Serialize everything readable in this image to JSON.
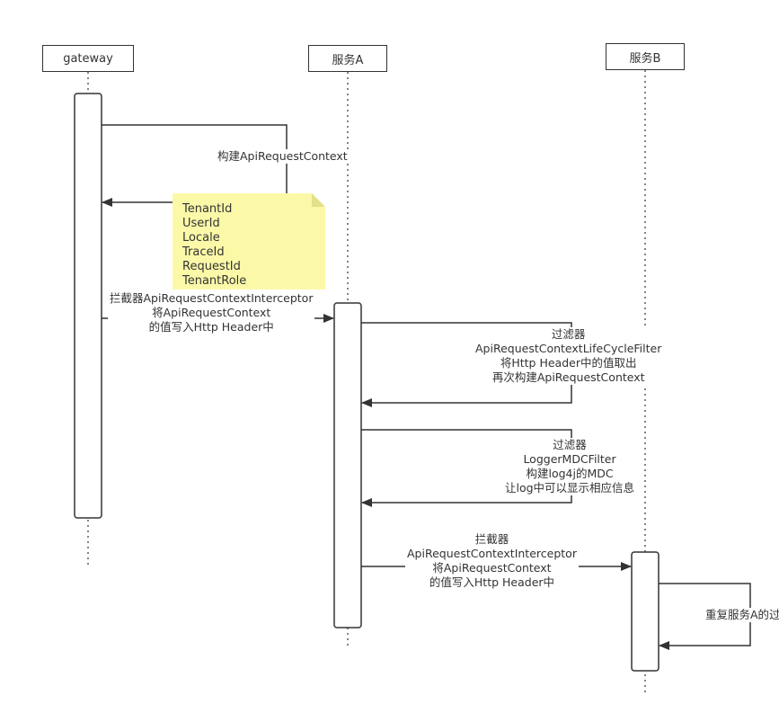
{
  "participants": {
    "gateway": "gateway",
    "service_a": "服务A",
    "service_b": "服务B"
  },
  "messages": {
    "build_context": "构建ApiRequestContext",
    "gw_interceptor": [
      "拦截器ApiRequestContextInterceptor",
      "将ApiRequestContext",
      "的值写入Http Header中"
    ],
    "lifecycle_filter": [
      "过滤器",
      "ApiRequestContextLifeCycleFilter",
      "将Http Header中的值取出",
      "再次构建ApiRequestContext"
    ],
    "mdc_filter": [
      "过滤器",
      "LoggerMDCFilter",
      "构建log4j的MDC",
      "让log中可以显示相应信息"
    ],
    "a_interceptor": [
      "拦截器",
      "ApiRequestContextInterceptor",
      "将ApiRequestContext",
      "的值写入Http Header中"
    ],
    "repeat": "重复服务A的过"
  },
  "note": {
    "lines": [
      "TenantId",
      "UserId",
      "Locale",
      "TraceId",
      "RequestId",
      "TenantRole"
    ]
  },
  "colors": {
    "line": "#333333",
    "note_fill": "#fbf9a8",
    "note_fold": "#e2e08a"
  }
}
